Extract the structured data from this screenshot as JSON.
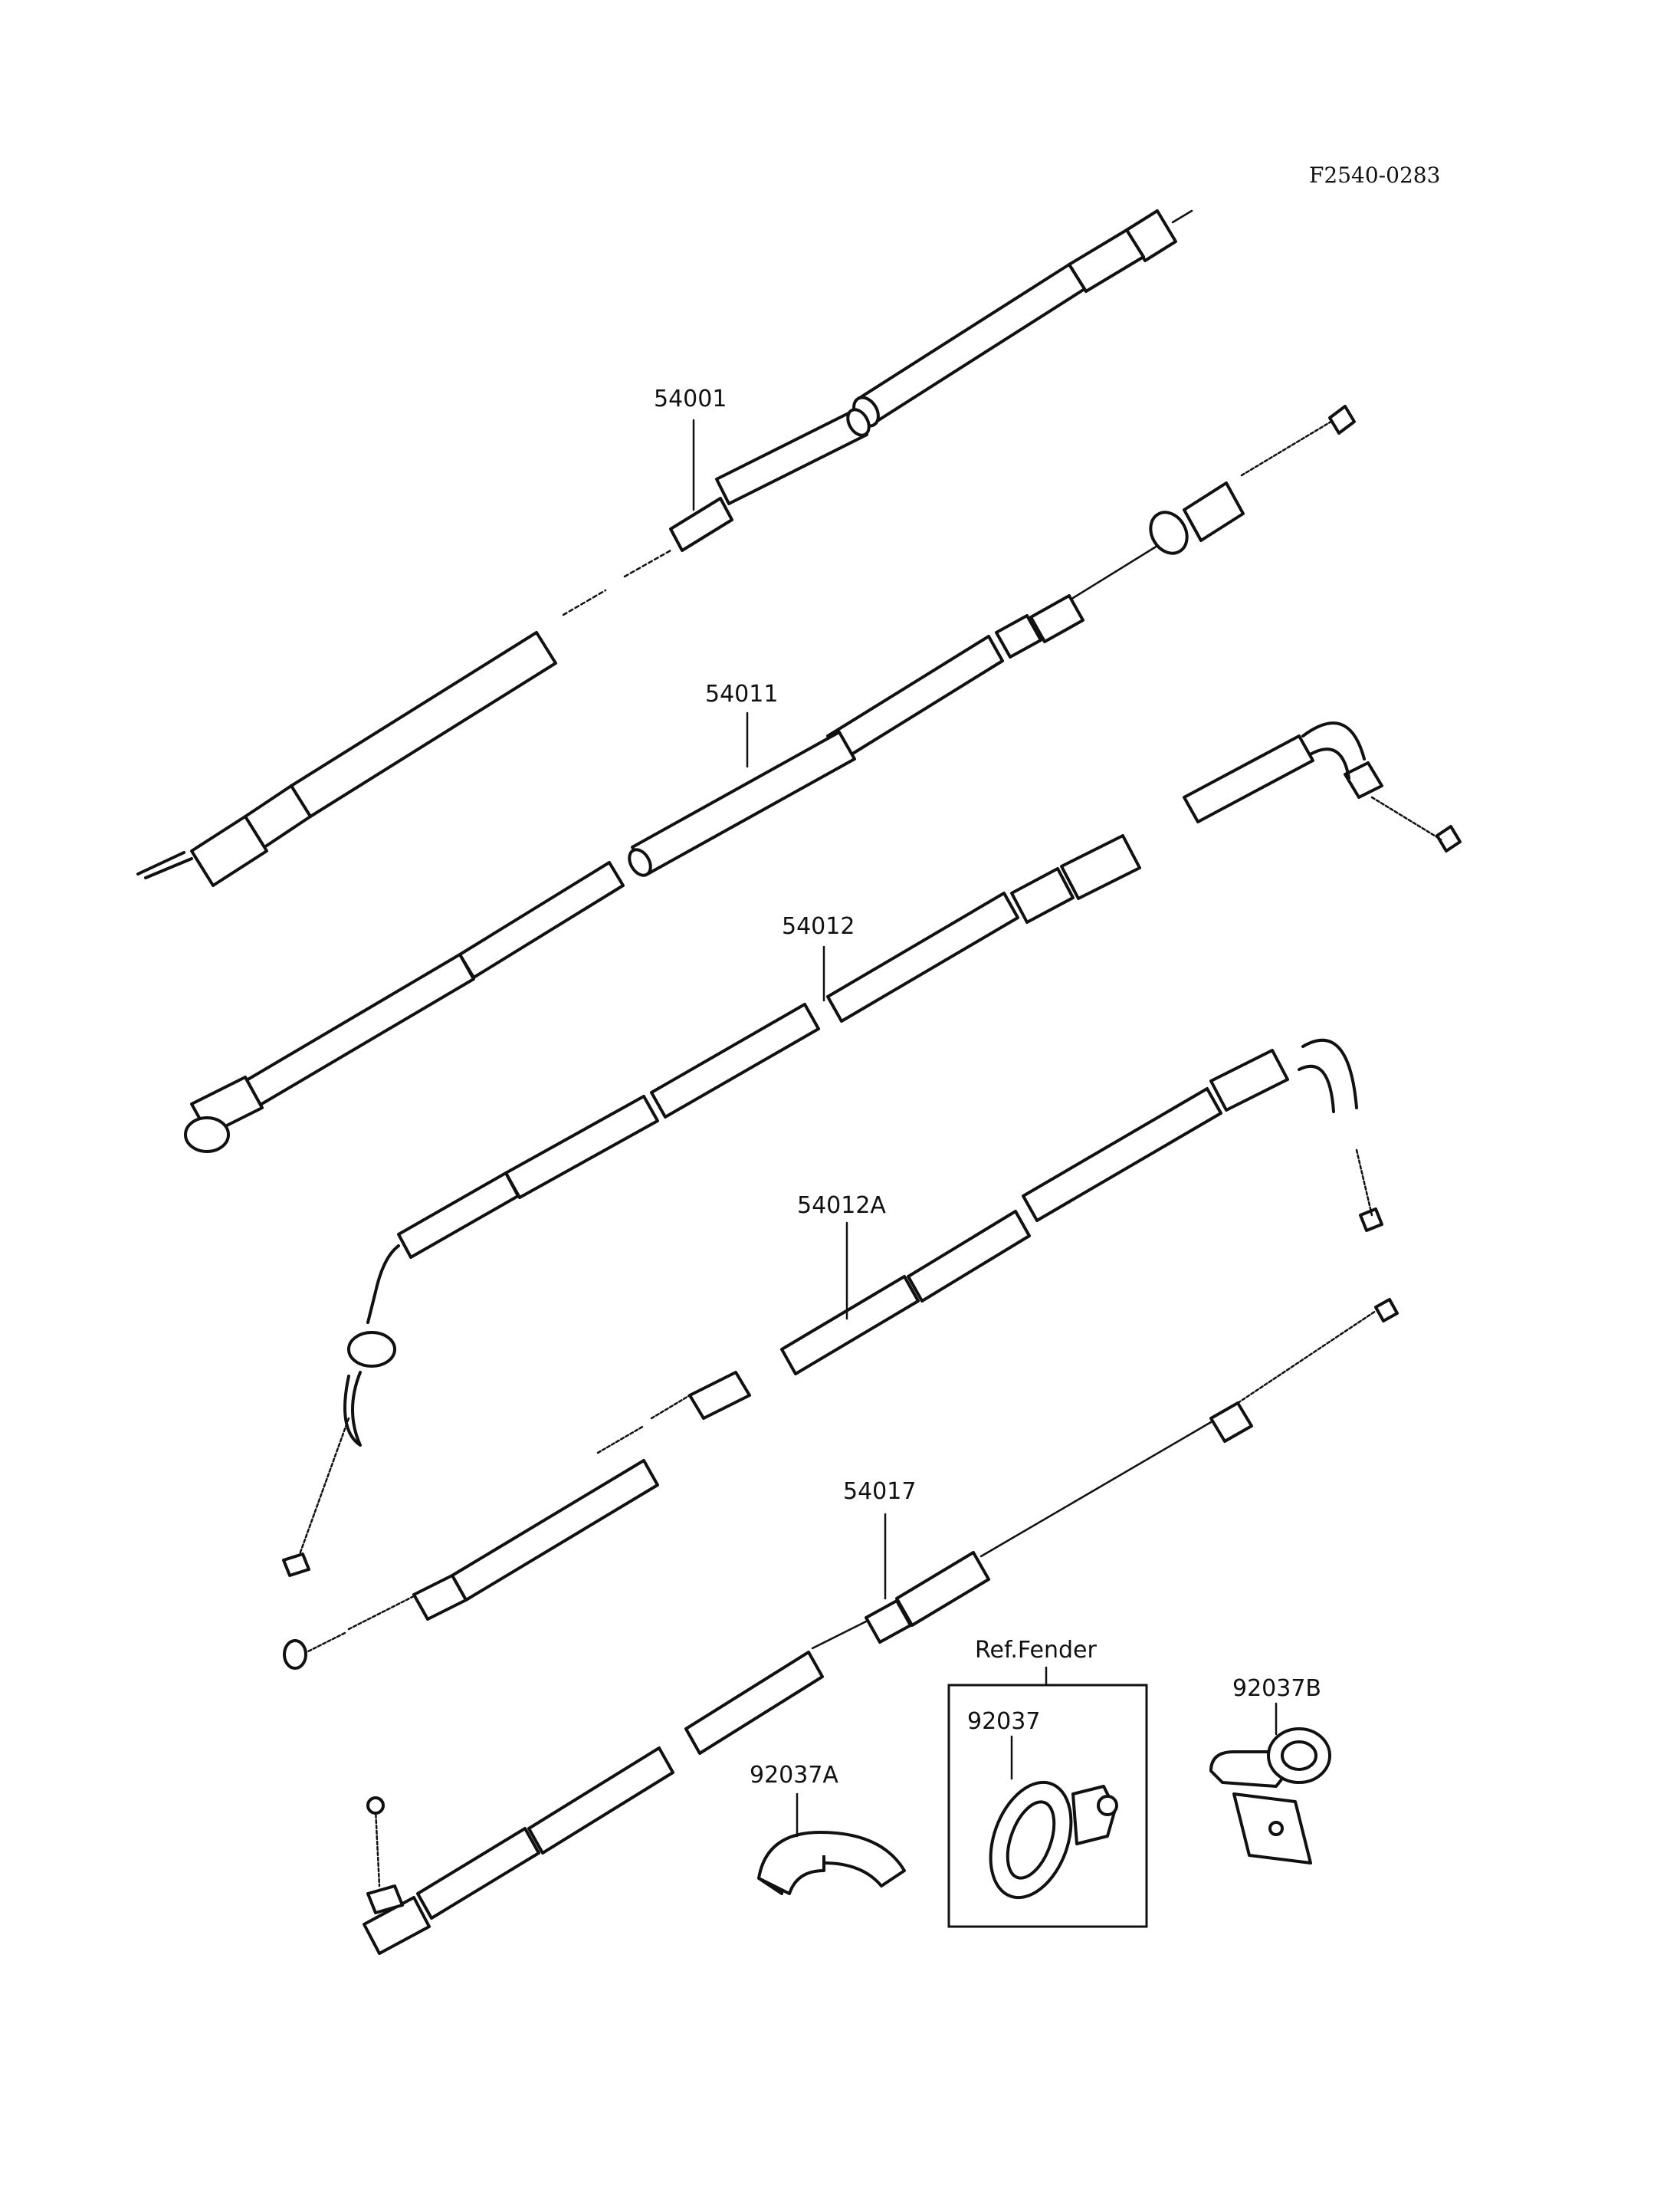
{
  "ref_code": "F2540-0283",
  "parts": [
    {
      "id": "54001",
      "label": "54001"
    },
    {
      "id": "54011",
      "label": "54011"
    },
    {
      "id": "54012",
      "label": "54012"
    },
    {
      "id": "54012A",
      "label": "54012A"
    },
    {
      "id": "54017",
      "label": "54017"
    },
    {
      "id": "92037",
      "label": "92037"
    },
    {
      "id": "92037A",
      "label": "92037A"
    },
    {
      "id": "92037B",
      "label": "92037B"
    }
  ],
  "fender_box_title": "Ref.Fender",
  "colors": {
    "ink": "#111111",
    "paper": "#ffffff"
  }
}
